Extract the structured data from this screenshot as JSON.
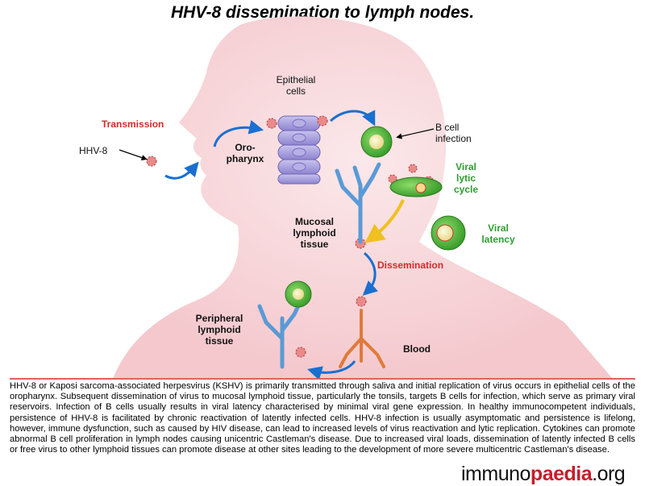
{
  "title": "HHV-8 dissemination to lymph nodes.",
  "labels": {
    "transmission": "Transmission",
    "hhv8": "HHV-8",
    "oropharynx": "Oro-\npharynx",
    "epithelial": "Epithelial\ncells",
    "bcell_infection": "B cell\ninfection",
    "viral_lytic": "Viral\nlytic\ncycle",
    "viral_latency": "Viral\nlatency",
    "mucosal": "Mucosal\nlymphoid\ntissue",
    "dissemination": "Dissemination",
    "peripheral": "Peripheral\nlymphoid\ntissue",
    "blood": "Blood"
  },
  "caption": "HHV-8 or Kaposi sarcoma-associated herpesvirus (KSHV) is primarily transmitted through saliva and initial replication of virus occurs in epithelial cells of the oropharynx. Subsequent dissemination of virus to mucosal lymphoid tissue, particularly the tonsils, targets B cells for infection, which serve as primary viral reservoirs. Infection of B cells usually results in viral latency characterised by minimal viral gene expression. In healthy immunocompetent individuals, persistence of HHV-8 is facilitated by chronic reactivation of latently infected cells. HHV-8 infection is usually asymptomatic and persistence is lifelong, however, immune dysfunction, such as caused by HIV disease, can lead to increased levels of virus reactivation and lytic replication. Cytokines can promote abnormal B cell proliferation in lymph nodes causing unicentric Castleman's disease. Due to increased viral loads, dissemination of latently infected B cells or free virus to other lymphoid tissues can promote disease at other sites leading to the development of more severe multicentric Castleman's disease.",
  "logo": {
    "prefix": "immuno",
    "middle": "paedia",
    "suffix": ".org"
  },
  "colors": {
    "silhouette": "#f7d6da",
    "arrow_blue": "#1a6fd0",
    "arrow_yellow": "#f0c020",
    "title_red": "#d32a2a",
    "label_green": "#2f9d2f",
    "rule": "#e06060"
  }
}
